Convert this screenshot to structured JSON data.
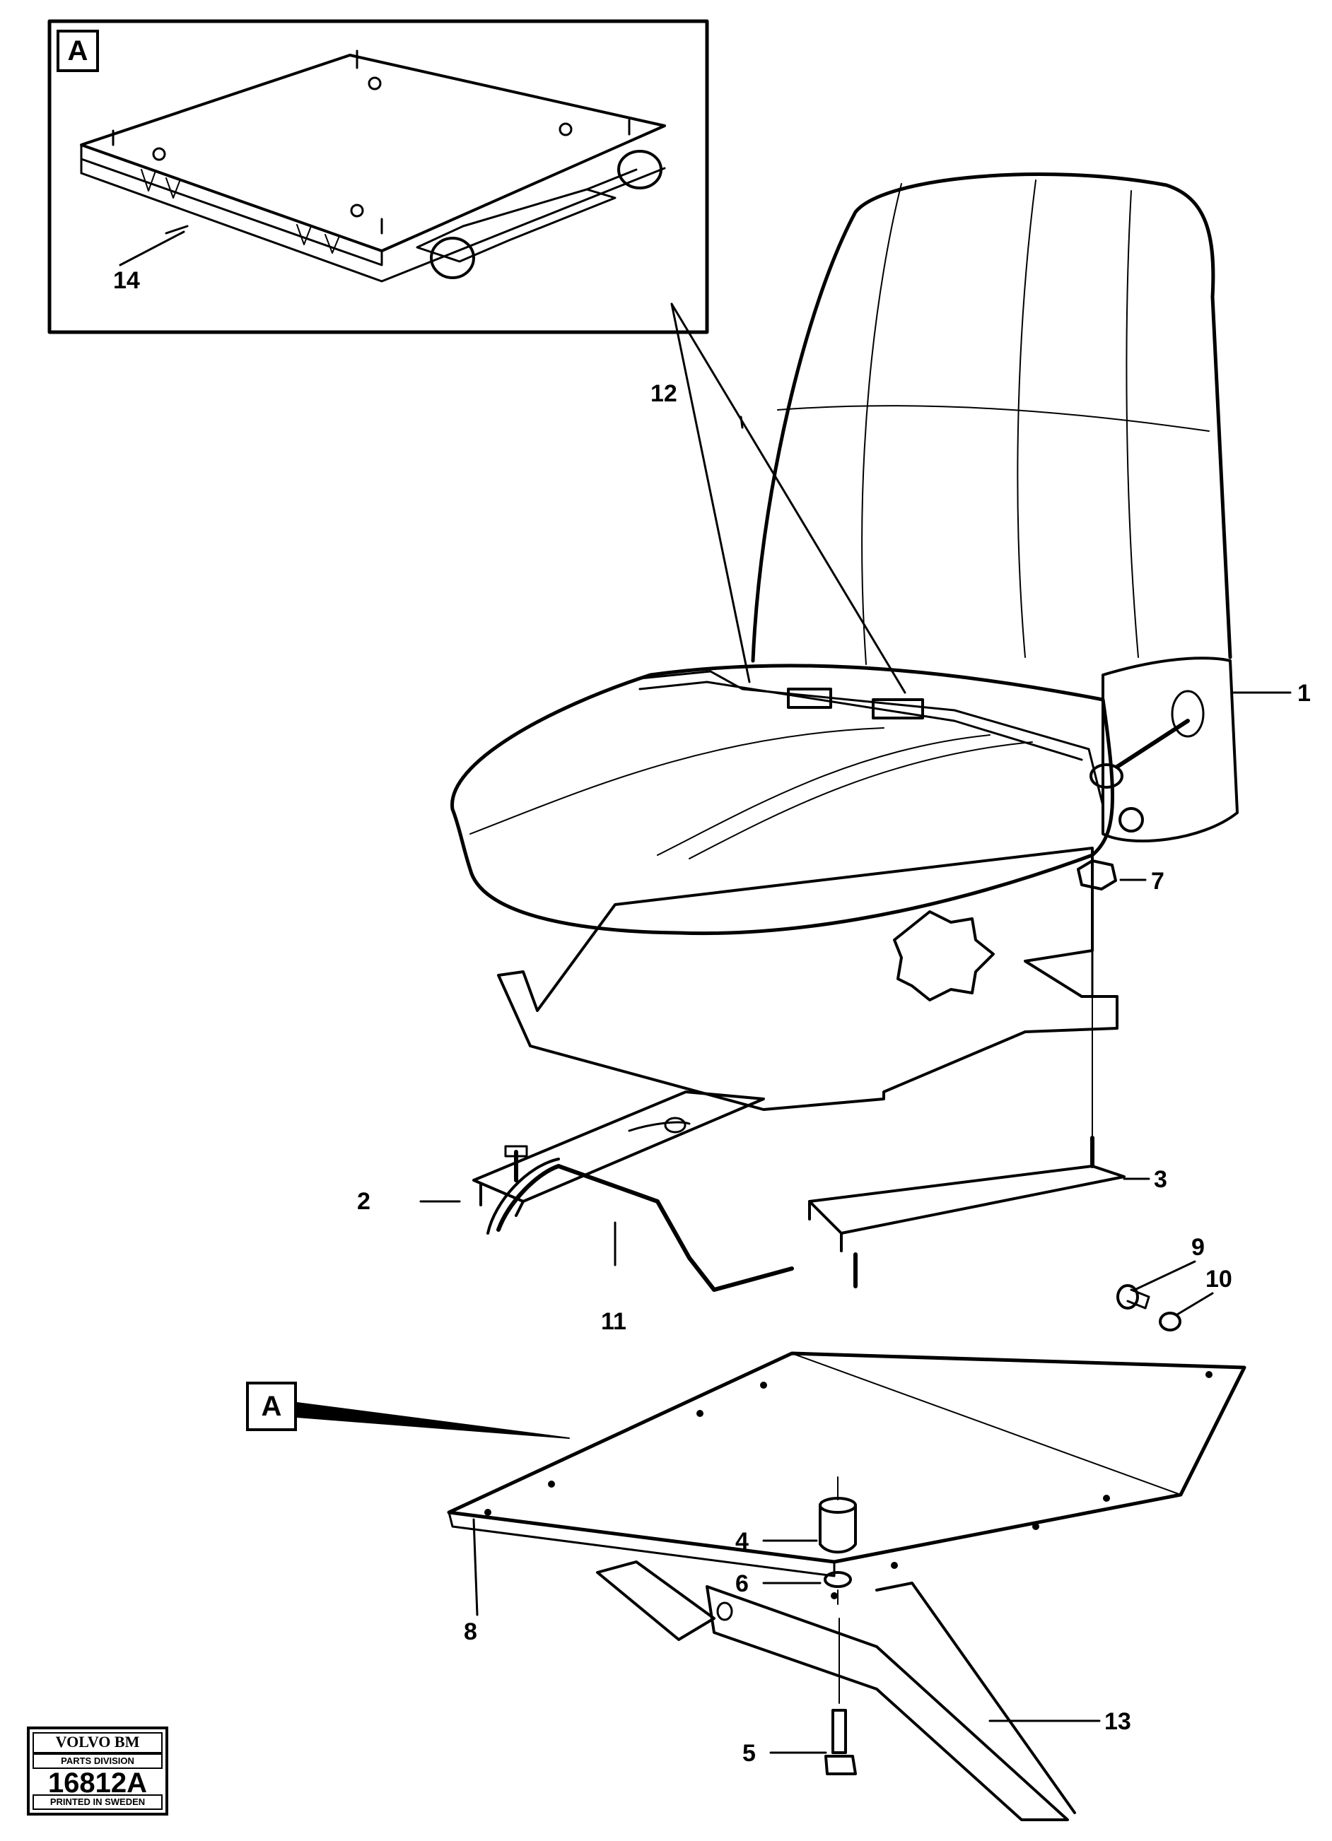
{
  "inset": {
    "label": "A"
  },
  "callout": {
    "label": "A"
  },
  "parts": [
    {
      "id": "label-1",
      "text": "1"
    },
    {
      "id": "label-2",
      "text": "2"
    },
    {
      "id": "label-3",
      "text": "3"
    },
    {
      "id": "label-4",
      "text": "4"
    },
    {
      "id": "label-5",
      "text": "5"
    },
    {
      "id": "label-6",
      "text": "6"
    },
    {
      "id": "label-7",
      "text": "7"
    },
    {
      "id": "label-8",
      "text": "8"
    },
    {
      "id": "label-9",
      "text": "9"
    },
    {
      "id": "label-10",
      "text": "10"
    },
    {
      "id": "label-11",
      "text": "11"
    },
    {
      "id": "label-12",
      "text": "12"
    },
    {
      "id": "label-13",
      "text": "13"
    },
    {
      "id": "label-14",
      "text": "14"
    }
  ],
  "badge": {
    "brand": "VOLVO BM",
    "division": "PARTS DIVISION",
    "number": "16812A",
    "footer": "PRINTED IN SWEDEN"
  }
}
